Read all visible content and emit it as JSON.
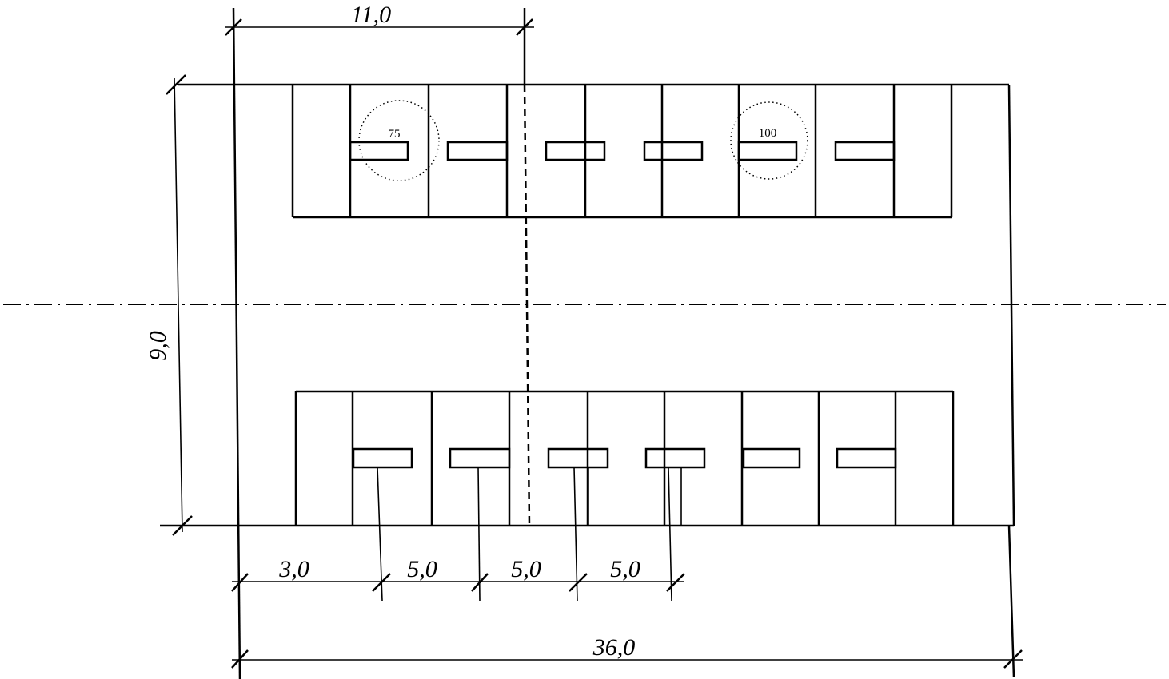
{
  "dimensions": {
    "top_span": "11,0",
    "height": "9,0",
    "spacing": [
      "3,0",
      "5,0",
      "5,0",
      "5,0"
    ],
    "total_length": "36,0"
  },
  "markers": {
    "circle_1": "75",
    "circle_2": "100"
  }
}
